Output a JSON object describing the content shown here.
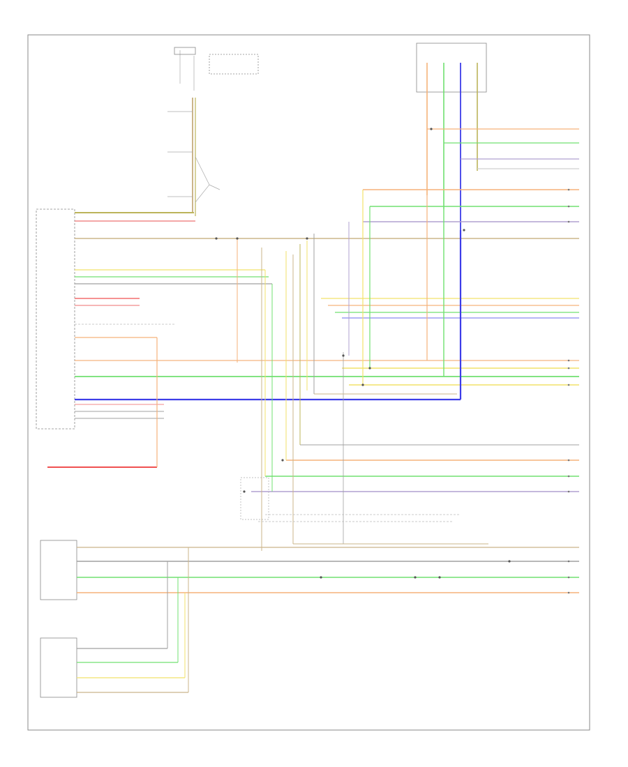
{
  "page": {
    "footer": ""
  },
  "colors": {
    "orange": "#f5b27a",
    "pink": "#f08a8a",
    "green": "#70e070",
    "yellow": "#f2e26a",
    "violet": "#b0a0d0",
    "blue": "#3d3de8",
    "tan": "#cbb58a",
    "olive": "#bcb45a",
    "gray": "#a0a0a0",
    "red": "#f05050",
    "lgray": "#cfcfcf"
  },
  "labels": [
    {
      "id": "hot-at-all-times",
      "text": ""
    },
    {
      "id": "battery-junction-box",
      "text": ""
    },
    {
      "id": "fuse-block-label",
      "text": ""
    },
    {
      "id": "passenger-door-module",
      "text": ""
    },
    {
      "id": "instrument-cluster",
      "text": ""
    },
    {
      "id": "left-rear-taillamp",
      "text": ""
    },
    {
      "id": "right-rear-taillamp",
      "text": ""
    },
    {
      "id": "left-front-parking",
      "text": ""
    },
    {
      "id": "right-front-parking",
      "text": ""
    },
    {
      "id": "license-lamp",
      "text": ""
    }
  ]
}
